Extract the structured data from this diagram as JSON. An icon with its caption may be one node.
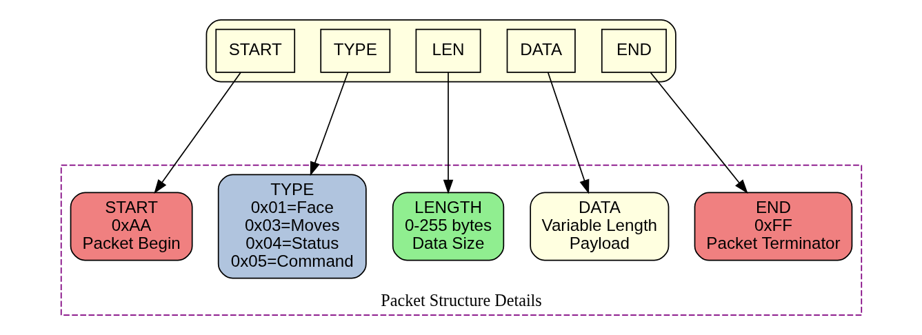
{
  "diagram": {
    "nodes": [
      {
        "text": [],
        "shape": "box"
      },
      {
        "text": [
          "START"
        ],
        "in": 0
      },
      {
        "text": [
          "TYPE"
        ],
        "in": 0
      },
      {
        "text": [
          "LEN"
        ],
        "in": 0
      },
      {
        "text": [
          "DATA"
        ],
        "in": 0
      },
      {
        "text": [
          "END"
        ],
        "in": 0
      },
      {
        "text": [
          "Packet Structure Details"
        ]
      },
      {
        "text": [
          "START",
          "0xAA",
          "Packet Begin"
        ],
        "in": 6
      },
      {
        "text": [
          "TYPE",
          "0x01=Face",
          "0x03=Moves",
          "0x04=Status",
          "0x05=Command"
        ],
        "in": 6
      },
      {
        "text": [
          "LENGTH",
          "0-255 bytes",
          "Data Size"
        ],
        "in": 6
      },
      {
        "text": [
          "DATA",
          "Variable Length",
          "Payload"
        ],
        "in": 6
      },
      {
        "text": [
          "END",
          "0xFF",
          "Packet Terminator"
        ],
        "in": 6
      }
    ],
    "edges": [
      {
        "from": 1,
        "to": 7,
        "arrow": "to"
      },
      {
        "from": 2,
        "to": 8,
        "arrow": "to"
      },
      {
        "from": 3,
        "to": 9,
        "arrow": "to"
      },
      {
        "from": 4,
        "to": 10,
        "arrow": "to"
      },
      {
        "from": 5,
        "to": 11,
        "arrow": "to"
      }
    ]
  }
}
